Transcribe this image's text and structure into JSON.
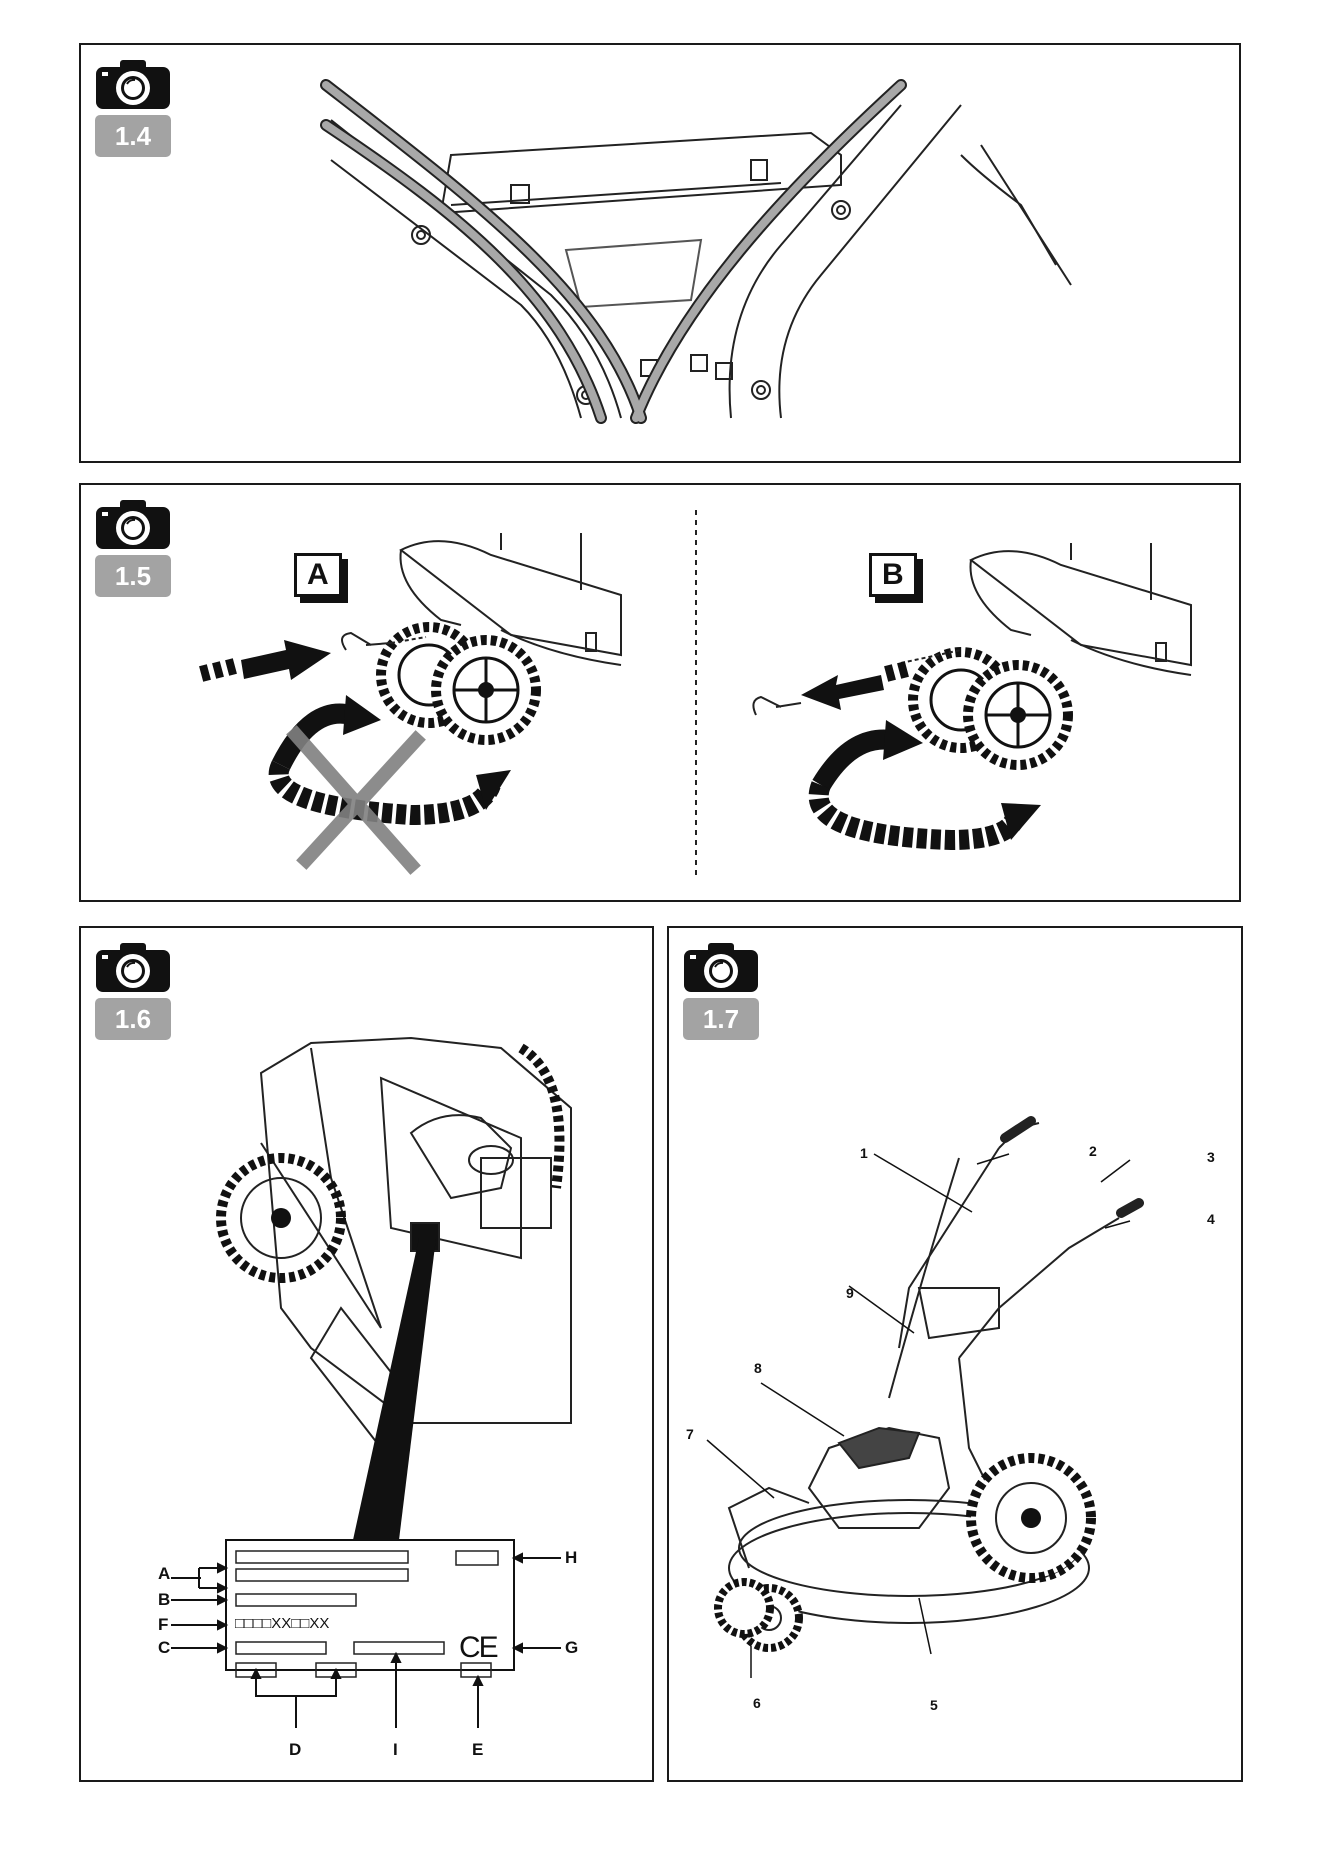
{
  "panels": [
    {
      "id": "1.4"
    },
    {
      "id": "1.5",
      "variants": [
        "A",
        "B"
      ]
    },
    {
      "id": "1.6",
      "plate_labels": [
        "A",
        "B",
        "F",
        "C",
        "H",
        "G",
        "D",
        "I",
        "E"
      ],
      "plate_serial_format": "□□□□XX□□XX",
      "plate_mark": "CE"
    },
    {
      "id": "1.7",
      "callouts": [
        "1",
        "2",
        "3",
        "4",
        "5",
        "6",
        "7",
        "8",
        "9"
      ]
    }
  ],
  "icons": [
    "camera-icon"
  ],
  "colors": {
    "badge": "#a3a3a3",
    "line": "#1a1a1a",
    "cross": "#808080"
  }
}
